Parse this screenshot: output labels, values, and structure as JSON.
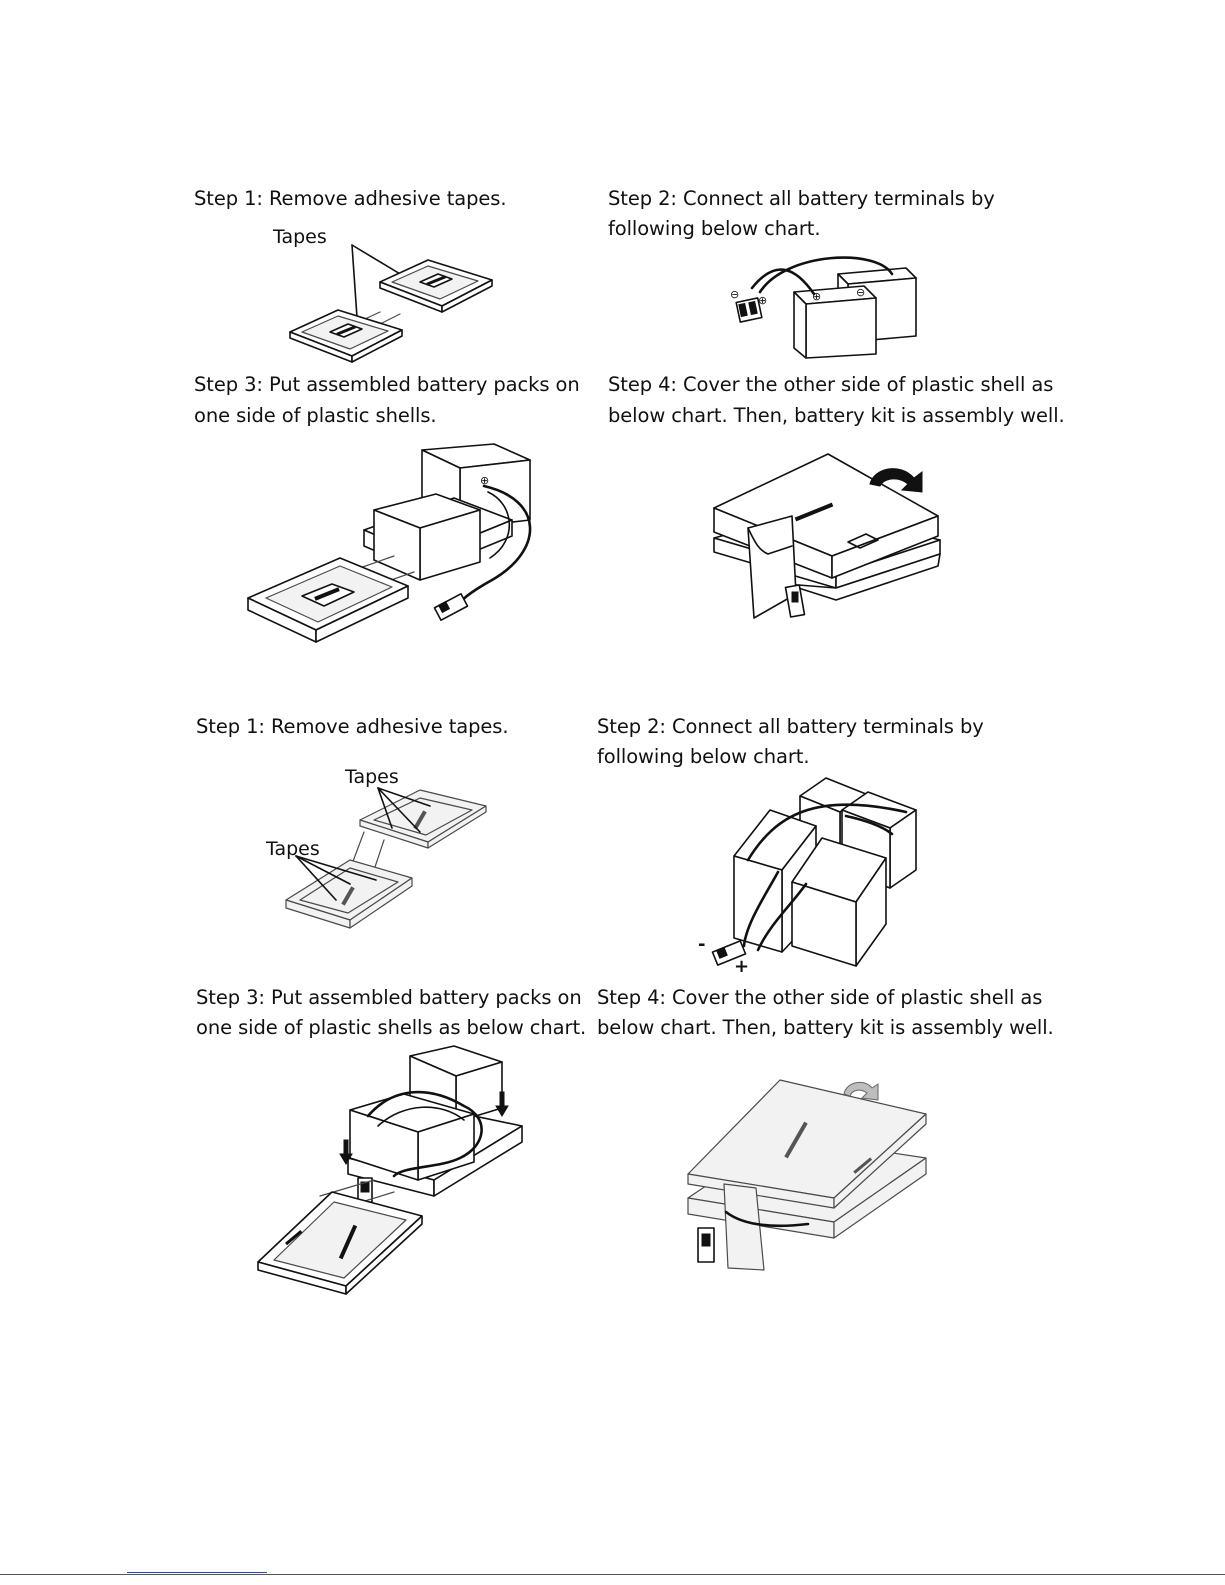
{
  "kit_a": {
    "step1": {
      "caption": "Step 1: Remove adhesive tapes.",
      "callout": "Tapes"
    },
    "step2": {
      "line1": "Step 2: Connect all battery terminals by",
      "line2": "following below chart."
    },
    "step3": {
      "line1": "Step 3: Put assembled battery packs on",
      "line2": "one side of plastic shells."
    },
    "step4": {
      "line1": "Step 4: Cover the other side of plastic shell as",
      "line2": "below chart. Then, battery kit is assembly well."
    }
  },
  "kit_b": {
    "step1": {
      "caption": "Step 1: Remove adhesive tapes.",
      "callout_top": "Tapes",
      "callout_left": "Tapes"
    },
    "step2": {
      "line1": "Step 2: Connect all battery terminals by",
      "line2": "following below chart."
    },
    "step3": {
      "line1": "Step 3: Put assembled battery packs on",
      "line2": "one side of plastic shells as below chart."
    },
    "step4": {
      "line1": "Step 4: Cover the other side of plastic shell as",
      "line2": "below chart. Then, battery kit is assembly well."
    }
  }
}
